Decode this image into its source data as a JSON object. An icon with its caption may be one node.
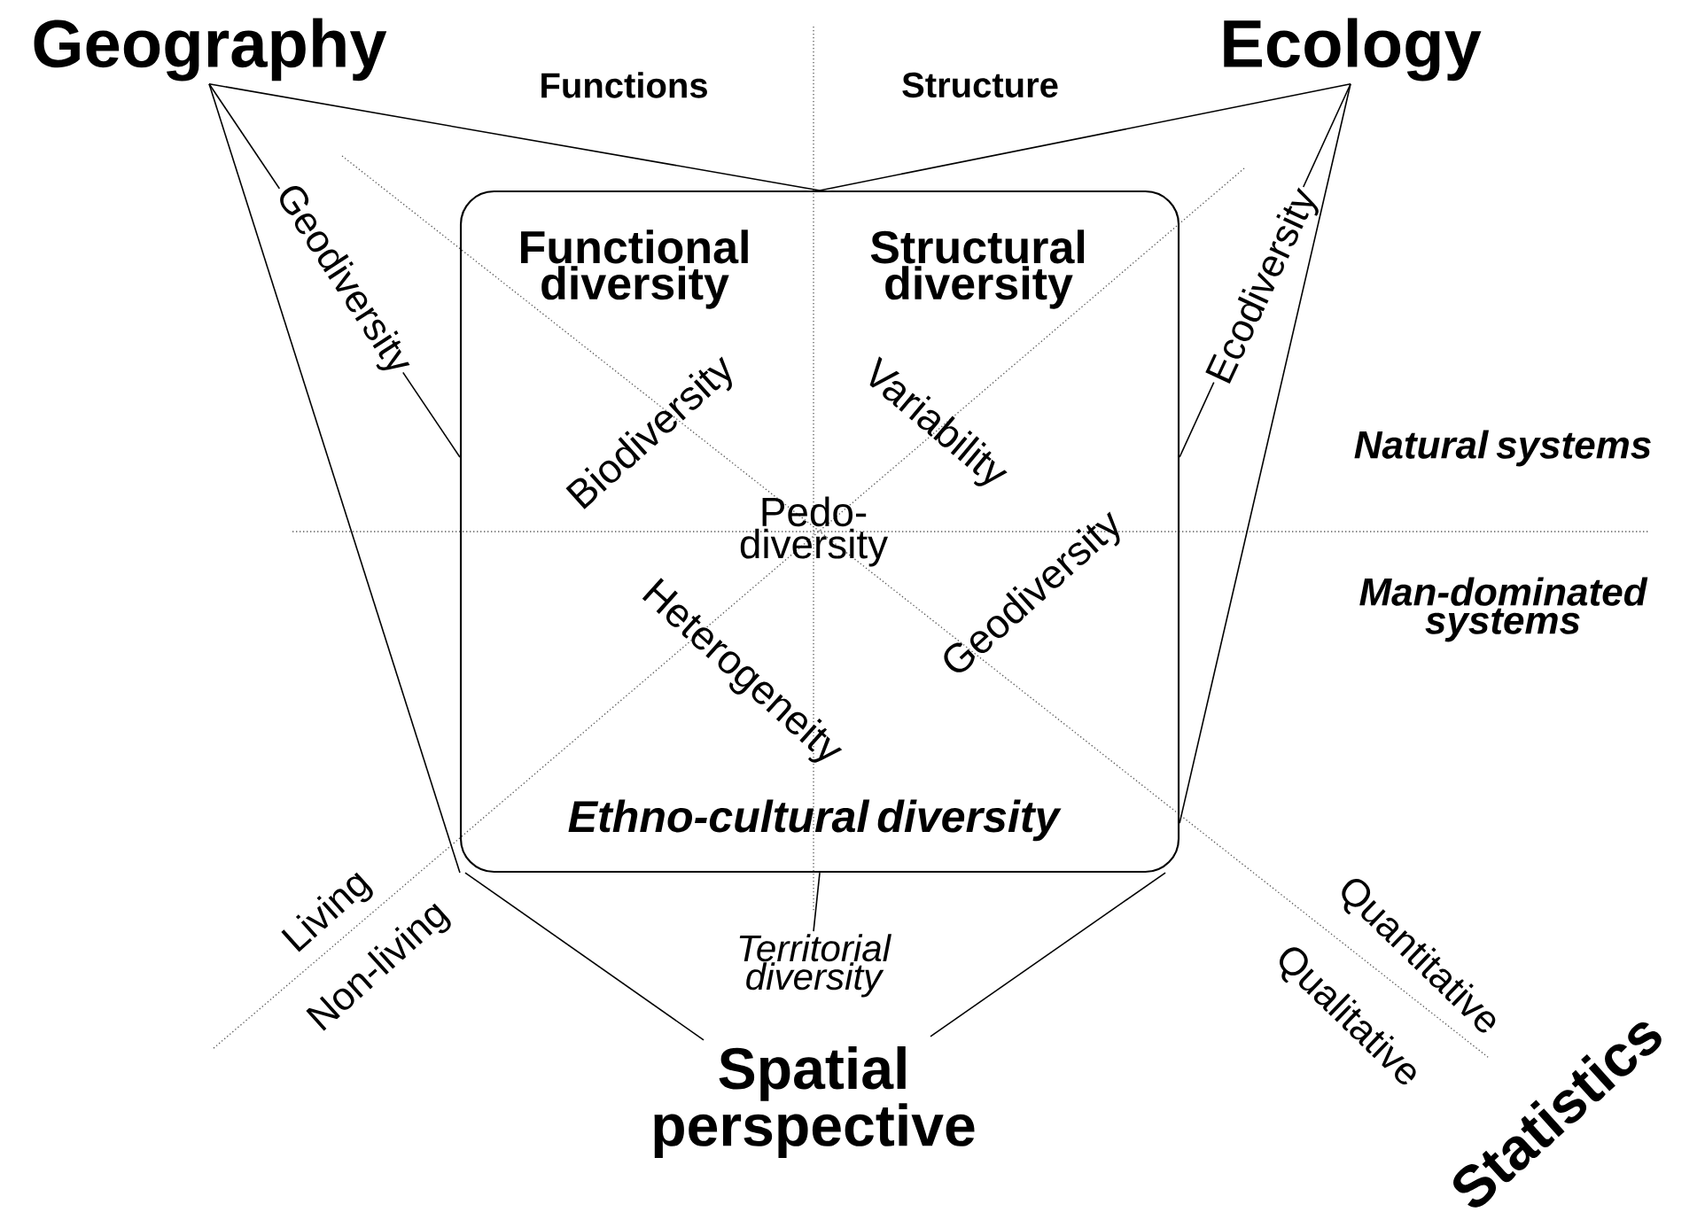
{
  "diagram": {
    "nodes": [
      {
        "text": [
          "Geography"
        ]
      },
      {
        "text": [
          "Ecology"
        ]
      },
      {
        "text": [
          "Functional diversity",
          "Structural diversity",
          "Biodiversity",
          "Variability",
          "Pedo-diversity",
          "Heterogeneity",
          "Geodiversity",
          "Ethno-cultural diversity"
        ]
      },
      {
        "text": [
          "Territorial diversity"
        ]
      },
      {
        "text": [
          "Spatial perspective"
        ]
      }
    ],
    "edges": [
      {
        "from": 0,
        "to": 2,
        "arrow": "none"
      },
      {
        "from": 0,
        "to": 2,
        "arrow": "none",
        "label": "Geodiversity"
      },
      {
        "from": 0,
        "to": 2,
        "arrow": "none"
      },
      {
        "from": 1,
        "to": 2,
        "arrow": "none"
      },
      {
        "from": 1,
        "to": 2,
        "arrow": "none",
        "label": "Ecodiversity"
      },
      {
        "from": 1,
        "to": 2,
        "arrow": "none"
      },
      {
        "from": 2,
        "to": 3,
        "arrow": "none"
      },
      {
        "from": 4,
        "to": 2,
        "arrow": "none"
      },
      {
        "from": 4,
        "to": 2,
        "arrow": "none"
      }
    ],
    "labels": [
      "Functions",
      "Structure",
      "Natural systems",
      "Man-dominated systems",
      "Living",
      "Non-living",
      "Quantitative",
      "Qualitative",
      "Statistics"
    ]
  }
}
